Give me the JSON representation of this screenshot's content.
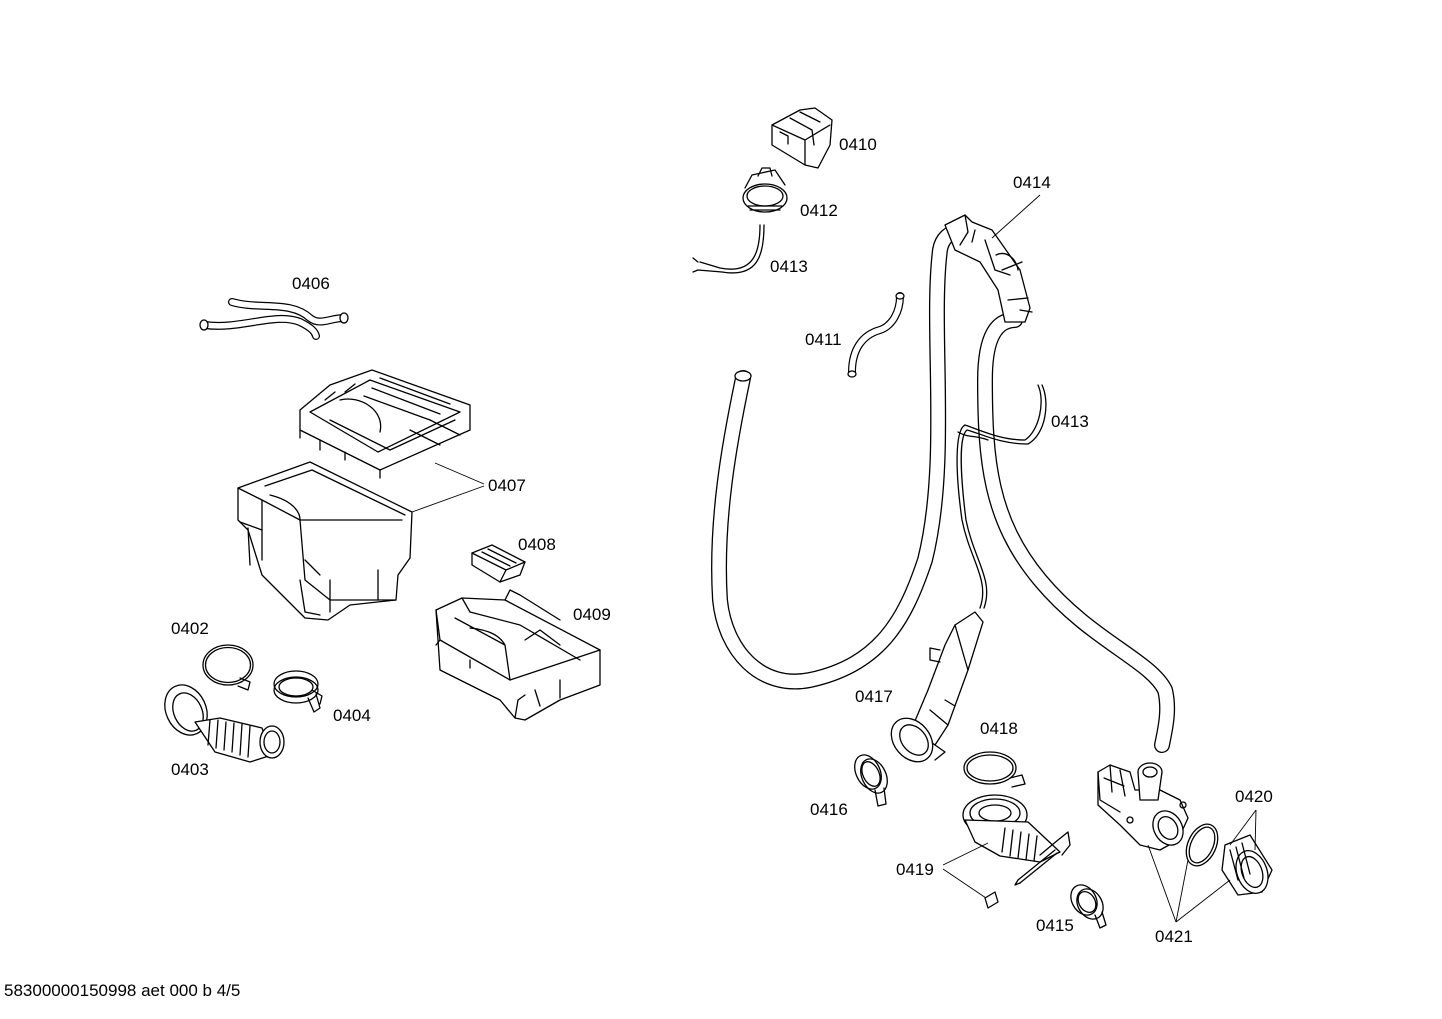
{
  "footer": {
    "code": "58300000150998 aet 000 b 4/5"
  },
  "labels": {
    "p0402": "0402",
    "p0403": "0403",
    "p0404": "0404",
    "p0406": "0406",
    "p0407": "0407",
    "p0408": "0408",
    "p0409": "0409",
    "p0410": "0410",
    "p0411": "0411",
    "p0412": "0412",
    "p0413a": "0413",
    "p0413b": "0413",
    "p0414": "0414",
    "p0415": "0415",
    "p0416": "0416",
    "p0417": "0417",
    "p0418": "0418",
    "p0419": "0419",
    "p0420": "0420",
    "p0421": "0421"
  }
}
